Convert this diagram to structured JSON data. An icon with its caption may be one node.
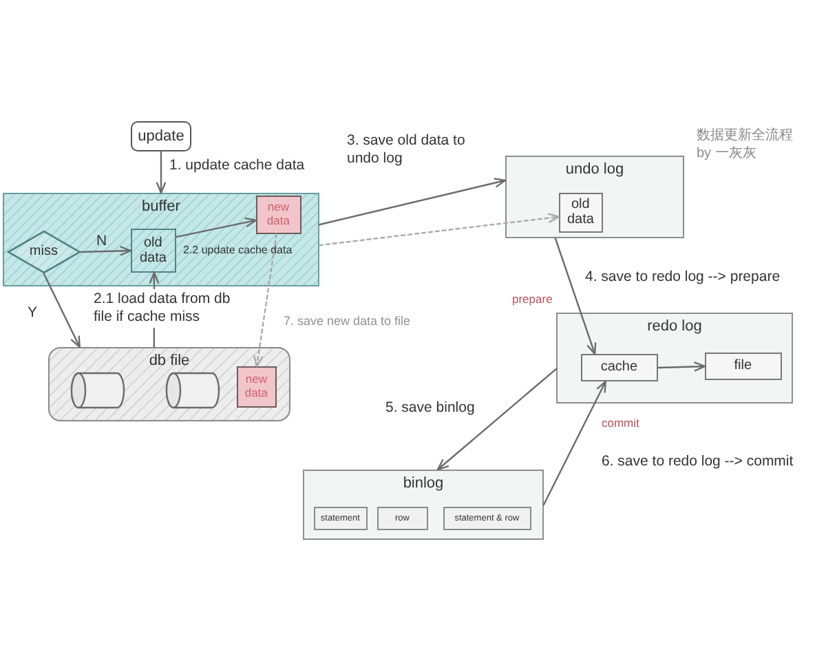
{
  "diagram": {
    "title": "数据更新全流程",
    "nodes": [
      {
        "text": [
          "update"
        ]
      },
      {
        "text": [
          "buffer"
        ]
      },
      {
        "text": [
          "miss"
        ],
        "in": 1
      },
      {
        "text": [
          "old data"
        ],
        "in": 1
      },
      {
        "text": [
          "new data"
        ],
        "in": 1
      },
      {
        "text": [
          "undo log"
        ]
      },
      {
        "text": [
          "old data"
        ],
        "in": 5
      },
      {
        "text": [
          "db file"
        ]
      },
      {
        "text": [],
        "shape": "cylinder",
        "in": 7
      },
      {
        "text": [],
        "shape": "cylinder",
        "in": 7
      },
      {
        "text": [
          "new data"
        ],
        "in": 7
      },
      {
        "text": [
          "redo log"
        ]
      },
      {
        "text": [
          "cache"
        ],
        "in": 11
      },
      {
        "text": [
          "file"
        ],
        "in": 11
      },
      {
        "text": [
          "binlog"
        ]
      },
      {
        "text": [
          "statement"
        ],
        "in": 14
      },
      {
        "text": [
          "row"
        ],
        "in": 14
      },
      {
        "text": [
          "statement & row"
        ],
        "in": 14
      }
    ],
    "edges": [
      {
        "from": 0,
        "to": 1,
        "arrow": "to",
        "label": "1. update cache data"
      },
      {
        "from": 2,
        "to": 3,
        "arrow": "to",
        "label": "N"
      },
      {
        "from": 2,
        "to": 7,
        "arrow": "to",
        "label": "Y"
      },
      {
        "from": 7,
        "to": 3,
        "arrow": "to",
        "label": "2.1 load data from db file if cache miss"
      },
      {
        "from": 3,
        "to": 4,
        "arrow": "to",
        "label": "2.2 update cache data"
      },
      {
        "from": 1,
        "to": 5,
        "arrow": "to",
        "label": "3. save old data to undo log"
      },
      {
        "from": 1,
        "to": 6,
        "arrow": "to",
        "style": "dashed",
        "color": "#aaaaaa"
      },
      {
        "from": 4,
        "to": 10,
        "arrow": "to",
        "style": "dashed",
        "color": "#aaaaaa",
        "label": "7. save new data to file"
      },
      {
        "from": 5,
        "to": 12,
        "arrow": "to",
        "label": "4. save to redo log --> prepare"
      },
      {
        "from": 12,
        "to": 13,
        "arrow": "to"
      },
      {
        "from": 11,
        "to": 14,
        "arrow": "to",
        "label": "5. save binlog"
      },
      {
        "from": 14,
        "to": 12,
        "arrow": "to",
        "label": "6. save to redo log --> commit"
      }
    ],
    "labels": [
      "by 一灰灰",
      "prepare",
      "commit"
    ]
  }
}
